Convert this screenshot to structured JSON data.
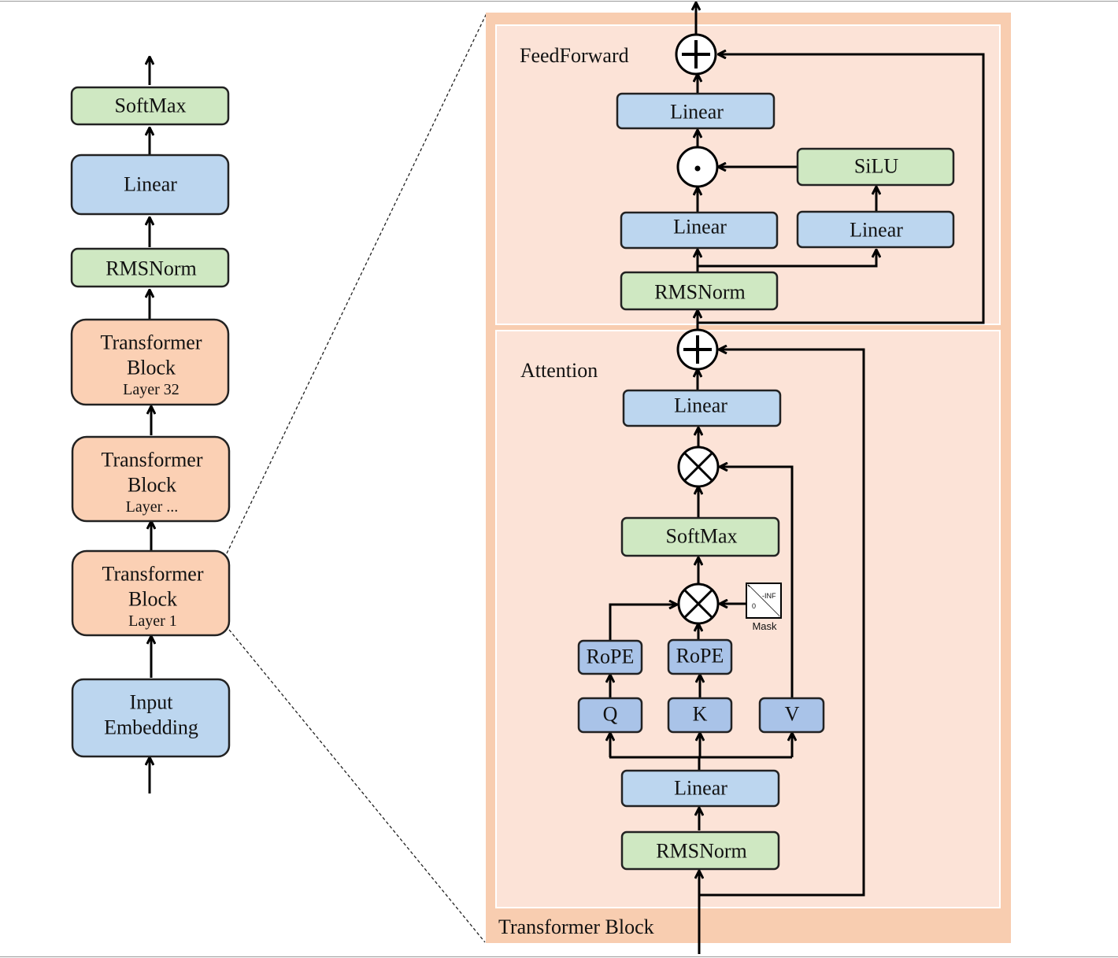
{
  "colors": {
    "blue": "#bcd6ef",
    "green": "#cfe8c2",
    "orange": "#fbd0b4",
    "outer_panel": "#f8cdb0",
    "inner_panel": "#fce3d7"
  },
  "left_stack": {
    "softmax": "SoftMax",
    "linear": "Linear",
    "rmsnorm": "RMSNorm",
    "block32": {
      "line1": "Transformer",
      "line2": "Block",
      "line3": "Layer 32"
    },
    "block_mid": {
      "line1": "Transformer",
      "line2": "Block",
      "line3": "Layer ..."
    },
    "block1": {
      "line1": "Transformer",
      "line2": "Block",
      "line3": "Layer 1"
    },
    "embedding": {
      "line1": "Input",
      "line2": "Embedding"
    }
  },
  "transformer_block": {
    "title": "Transformer Block",
    "feedforward": {
      "title": "FeedForward",
      "linear_out": "Linear",
      "linear_gate": "Linear",
      "linear_up": "Linear",
      "silu": "SiLU",
      "rmsnorm": "RMSNorm",
      "op_mul": "·",
      "op_add": "+"
    },
    "attention": {
      "title": "Attention",
      "linear_out": "Linear",
      "softmax": "SoftMax",
      "rope_q": "RoPE",
      "rope_k": "RoPE",
      "q": "Q",
      "k": "K",
      "v": "V",
      "linear_in": "Linear",
      "rmsnorm": "RMSNorm",
      "mask_label": "Mask",
      "mask_zero": "0",
      "mask_inf": "-INF",
      "op_add": "+"
    }
  }
}
